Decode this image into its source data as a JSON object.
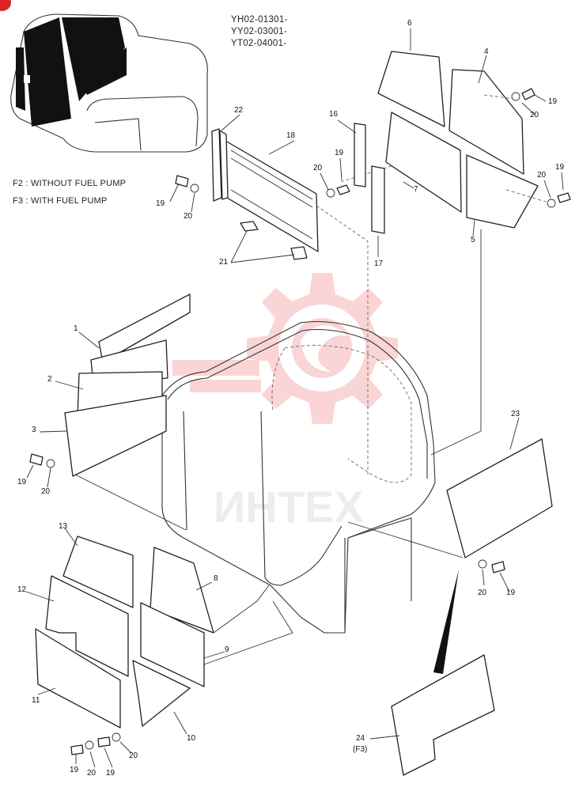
{
  "codes": [
    "YH02-01301-",
    "YY02-03001-",
    "YT02-04001-"
  ],
  "legend": [
    {
      "text": "F2 : WITHOUT FUEL PUMP"
    },
    {
      "text": "F3 : WITH FUEL PUMP"
    }
  ],
  "watermark": {
    "text": "ИНТЕХ",
    "color": "#f4a7a7"
  },
  "labels": [
    {
      "id": "l6",
      "text": "6"
    },
    {
      "id": "l4",
      "text": "4"
    },
    {
      "id": "l19a",
      "text": "19"
    },
    {
      "id": "l20a",
      "text": "20"
    },
    {
      "id": "l22",
      "text": "22"
    },
    {
      "id": "l18",
      "text": "18"
    },
    {
      "id": "l16",
      "text": "16"
    },
    {
      "id": "l19b",
      "text": "19"
    },
    {
      "id": "l20b",
      "text": "20"
    },
    {
      "id": "l19c",
      "text": "19"
    },
    {
      "id": "l20c",
      "text": "20"
    },
    {
      "id": "l7",
      "text": "7"
    },
    {
      "id": "l5",
      "text": "5"
    },
    {
      "id": "l20d",
      "text": "20"
    },
    {
      "id": "l19d",
      "text": "19"
    },
    {
      "id": "l21",
      "text": "21"
    },
    {
      "id": "l17",
      "text": "17"
    },
    {
      "id": "l1",
      "text": "1"
    },
    {
      "id": "l2",
      "text": "2"
    },
    {
      "id": "l3",
      "text": "3"
    },
    {
      "id": "l19e",
      "text": "19"
    },
    {
      "id": "l20e",
      "text": "20"
    },
    {
      "id": "l23",
      "text": "23"
    },
    {
      "id": "l20f",
      "text": "20"
    },
    {
      "id": "l19f",
      "text": "19"
    },
    {
      "id": "l13",
      "text": "13"
    },
    {
      "id": "l12",
      "text": "12"
    },
    {
      "id": "l8",
      "text": "8"
    },
    {
      "id": "l9",
      "text": "9"
    },
    {
      "id": "l11",
      "text": "11"
    },
    {
      "id": "l10",
      "text": "10"
    },
    {
      "id": "l19g",
      "text": "19"
    },
    {
      "id": "l20g",
      "text": "20"
    },
    {
      "id": "l19h",
      "text": "19"
    },
    {
      "id": "l20h",
      "text": "20"
    },
    {
      "id": "l24",
      "text": "24"
    },
    {
      "id": "l24s",
      "text": "(F3)"
    }
  ]
}
